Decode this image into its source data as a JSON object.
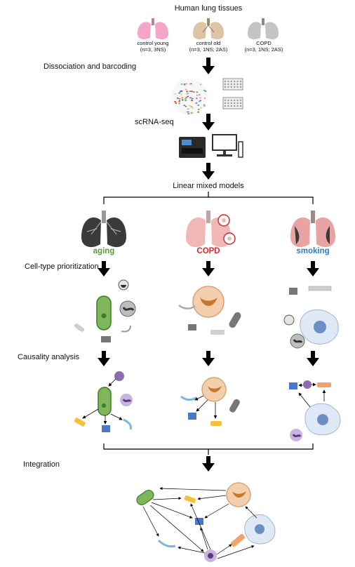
{
  "colors": {
    "aging": "#5a9a3c",
    "copd": "#e0262b",
    "smoking": "#2b7cc4",
    "lung_young": "#f4a6c8",
    "lung_old": "#dcc4a4",
    "lung_copd": "#bfbfbf",
    "arrow": "#000000"
  },
  "steps": {
    "tissues": "Human lung tissues",
    "dissociation": "Dissociation and barcoding",
    "scrnaseq": "scRNA-seq",
    "models": "Linear mixed models",
    "prioritization": "Cell-type prioritization",
    "causality": "Causality analysis",
    "integration": "Integration"
  },
  "groups": [
    {
      "name": "control young",
      "n": "(n=3, 3NS)",
      "icon": "lung-pink-icon"
    },
    {
      "name": "control old",
      "n": "(n=3, 1NS; 2AS)",
      "icon": "lung-beige-icon"
    },
    {
      "name": "COPD",
      "n": "(n=3, 1NS; 2AS)",
      "icon": "lung-gray-icon"
    }
  ],
  "traits": {
    "aging": "aging",
    "copd": "COPD",
    "smoking": "smoking"
  }
}
